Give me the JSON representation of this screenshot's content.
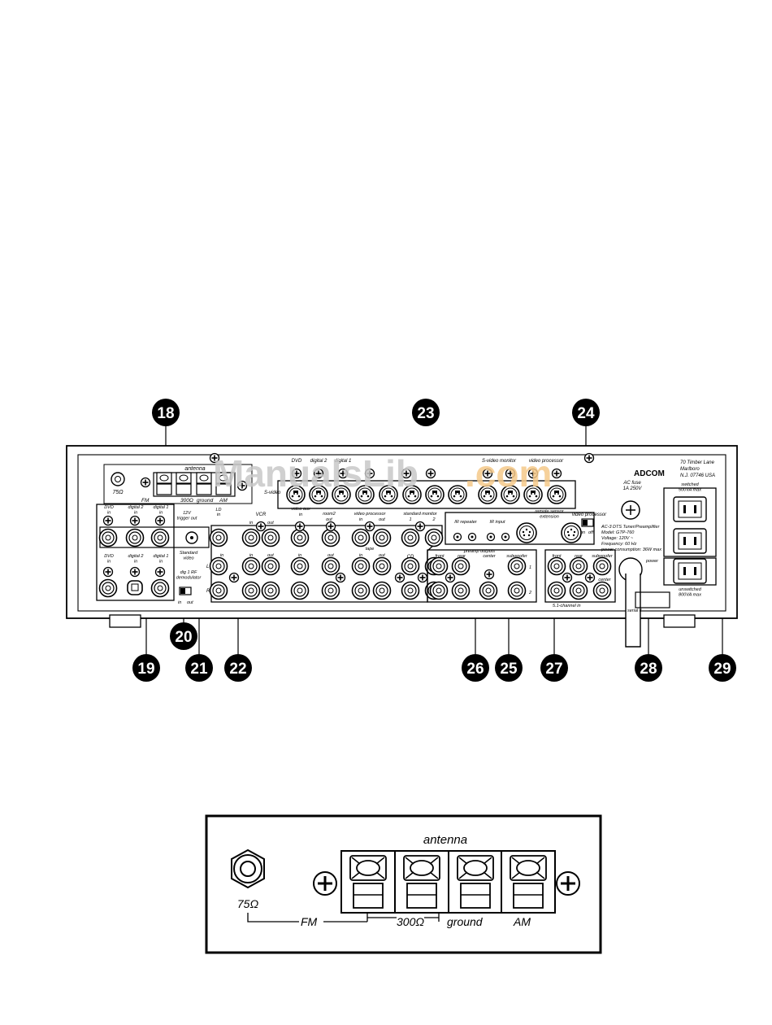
{
  "callouts": {
    "c18": "18",
    "c19": "19",
    "c20": "20",
    "c21": "21",
    "c22": "22",
    "c23": "23",
    "c24": "24",
    "c25": "25",
    "c26": "26",
    "c27": "27",
    "c28": "28",
    "c29": "29"
  },
  "watermark": {
    "part1": "ManualsLib",
    "part2": ".com",
    "color1": "#c8c8c8",
    "color2": "#f5c98a"
  },
  "panel": {
    "brand": "ADCOM",
    "address": [
      "70 Timber Lane",
      "Marlboro",
      "N.J. 07746 USA"
    ],
    "antenna": {
      "title": "antenna",
      "ohm75": "75Ω",
      "fm": "FM",
      "ohm300": "300Ω",
      "ground": "ground",
      "am": "AM"
    },
    "digital_group": {
      "dvd_in": "DVD\nin",
      "digital2_in": "digital 2\nin",
      "digital1_in": "digital 1\nin",
      "dvd_in_b": "DVD\nin",
      "digital2_in_b": "digital 2\nin",
      "digital1_in_b": "digital 1\nin",
      "dig_rf": "dig 1 RF\ndemodulator",
      "standard_video": "Standard\nvideo",
      "in": "in",
      "out": "out"
    },
    "trigger": "12V\ntrigger out",
    "audio_group": {
      "ld": "LD",
      "vcr": "VCR",
      "video_aux": "video aux",
      "room2": "room2",
      "video_processor": "video processor",
      "standard_monitor": "standard monitor",
      "tape": "tape",
      "cd": "CD",
      "in": "in",
      "out": "out",
      "one": "1",
      "two": "2",
      "l": "L",
      "r": "R"
    },
    "svideo": {
      "label": "S-video",
      "dvd": "DVD",
      "digital2": "digital 2",
      "digital1": "digital 1",
      "s_video_monitor": "S-video monitor",
      "video_processor": "video processor"
    },
    "video_processor_switch": {
      "label": "video processor",
      "on": "on",
      "off": "off"
    },
    "ir": {
      "repeater": "IR repeater",
      "input": "IR input",
      "remote_sensor": "remote sensor\nextension"
    },
    "preamp": {
      "title": "preamp outputs",
      "front": "front",
      "rear": "rear",
      "center": "center",
      "subwoofer": "subwoofer",
      "one": "1",
      "two": "2"
    },
    "ch51": {
      "title": "5.1-channel in",
      "front": "front",
      "rear": "rear",
      "subwoofer": "subwoofer",
      "center": "center"
    },
    "fuse": {
      "label": "AC fuse\n1A 250V"
    },
    "model": {
      "lines": [
        "AC-3 DTS Tuner/Preamplifier",
        "Model: GTP-760",
        "Voltage: 120V ~",
        "Frequency: 60 Hz",
        "power consumption: 36W max"
      ]
    },
    "power": "power",
    "serial": "serial #",
    "switched": "switched\n500VA max",
    "unswitched": "unswitched\n800VA max"
  },
  "detail": {
    "antenna": "antenna",
    "ohm75": "75Ω",
    "fm": "FM",
    "ohm300": "300Ω",
    "ground": "ground",
    "am": "AM"
  }
}
